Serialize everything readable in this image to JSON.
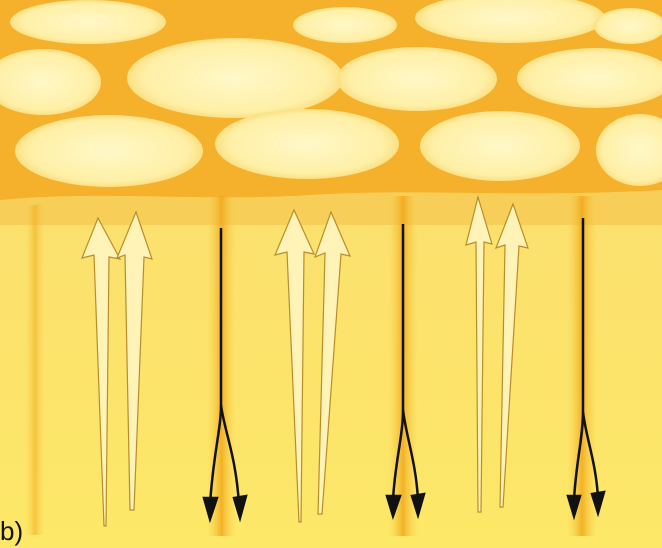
{
  "panel": {
    "label": "b)"
  },
  "colors": {
    "background_light": "#fde868",
    "background_dark": "#f0a415",
    "upper_bubble_fill": "#fff4b3",
    "upper_network": "#f2b02d",
    "rising_arrow_fill": "#fff3b8",
    "rising_arrow_stroke": "#b88d2a",
    "falling_arrow_stroke": "#111111"
  },
  "icons": {
    "rising_flow": "up-arrow-icon",
    "falling_flow": "down-arrow-icon"
  },
  "counts": {
    "rising_arrow_pairs": 3,
    "falling_arrow_pairs": 3
  }
}
